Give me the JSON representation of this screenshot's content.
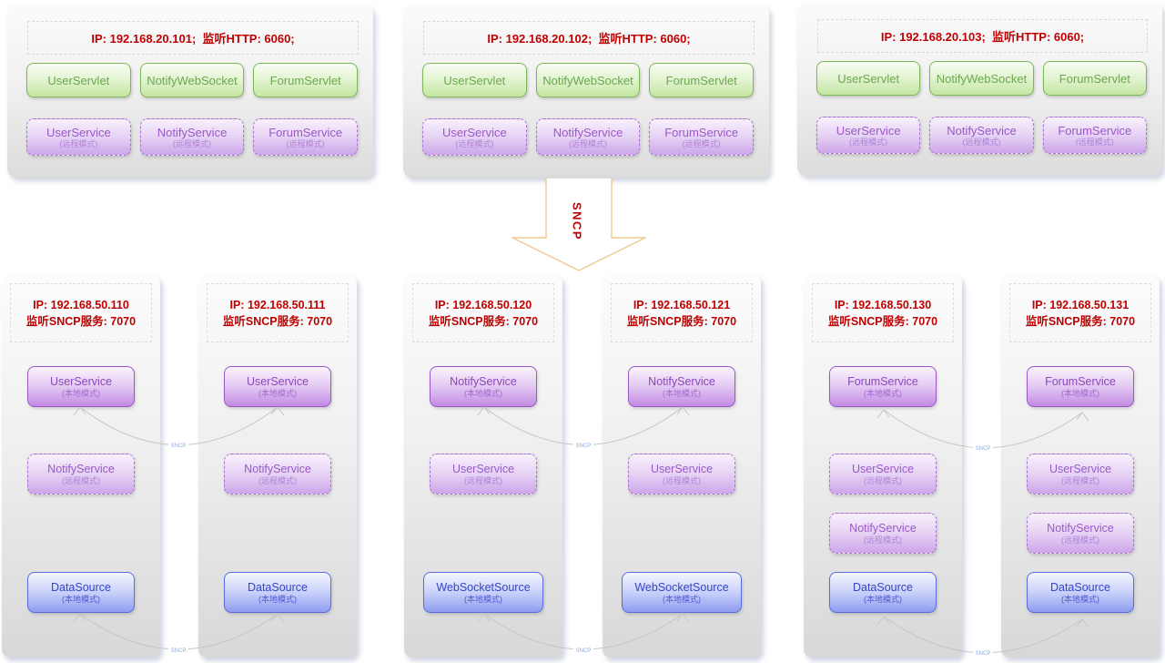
{
  "colors": {
    "red_text": "#c00000",
    "green_border": "#7cb857",
    "green_text": "#6aa84e",
    "purple_border": "#9c57c6",
    "purple_text": "#8b46ba",
    "blue_border": "#5a6ce0",
    "blue_text": "#3545c4",
    "arrow_outline": "#f0cb8e",
    "connector_line": "#c5c5c5",
    "connector_label": "#8ea9dc"
  },
  "top_servers": [
    {
      "header": "IP: 192.168.20.101;  监听HTTP: 6060;",
      "servlets": [
        {
          "label": "UserServlet"
        },
        {
          "label": "NotifyWebSocket"
        },
        {
          "label": "ForumServlet"
        }
      ],
      "services": [
        {
          "name": "UserService",
          "mode": "(远程模式)"
        },
        {
          "name": "NotifyService",
          "mode": "(远程模式)"
        },
        {
          "name": "ForumService",
          "mode": "(远程模式)"
        }
      ]
    },
    {
      "header": "IP: 192.168.20.102;  监听HTTP: 6060;",
      "servlets": [
        {
          "label": "UserServlet"
        },
        {
          "label": "NotifyWebSocket"
        },
        {
          "label": "ForumServlet"
        }
      ],
      "services": [
        {
          "name": "UserService",
          "mode": "(远程模式)"
        },
        {
          "name": "NotifyService",
          "mode": "(远程模式)"
        },
        {
          "name": "ForumService",
          "mode": "(远程模式)"
        }
      ]
    },
    {
      "header": "IP: 192.168.20.103;  监听HTTP: 6060;",
      "servlets": [
        {
          "label": "UserServlet"
        },
        {
          "label": "NotifyWebSocket"
        },
        {
          "label": "ForumServlet"
        }
      ],
      "services": [
        {
          "name": "UserService",
          "mode": "(远程模式)"
        },
        {
          "name": "NotifyService",
          "mode": "(远程模式)"
        },
        {
          "name": "ForumService",
          "mode": "(远程模式)"
        }
      ]
    }
  ],
  "sncp_arrow": {
    "label": "SNCP"
  },
  "connector_label": "SNCP",
  "bottom_servers": [
    {
      "header_line1": "IP: 192.168.50.110",
      "header_line2": "监听SNCP服务: 7070",
      "services": [
        {
          "name": "UserService",
          "mode": "(本地模式)",
          "kind": "purple-solid"
        },
        {
          "name": "NotifyService",
          "mode": "(远程模式)",
          "kind": "purple-dashed"
        },
        {
          "name": "DataSource",
          "mode": "(本地模式)",
          "kind": "blue-solid"
        }
      ]
    },
    {
      "header_line1": "IP: 192.168.50.111",
      "header_line2": "监听SNCP服务: 7070",
      "services": [
        {
          "name": "UserService",
          "mode": "(本地模式)",
          "kind": "purple-solid"
        },
        {
          "name": "NotifyService",
          "mode": "(远程模式)",
          "kind": "purple-dashed"
        },
        {
          "name": "DataSource",
          "mode": "(本地模式)",
          "kind": "blue-solid"
        }
      ]
    },
    {
      "header_line1": "IP: 192.168.50.120",
      "header_line2": "监听SNCP服务: 7070",
      "services": [
        {
          "name": "NotifyService",
          "mode": "(本地模式)",
          "kind": "purple-solid"
        },
        {
          "name": "UserService",
          "mode": "(远程模式)",
          "kind": "purple-dashed"
        },
        {
          "name": "WebSocketSource",
          "mode": "(本地模式)",
          "kind": "blue-solid"
        }
      ]
    },
    {
      "header_line1": "IP: 192.168.50.121",
      "header_line2": "监听SNCP服务: 7070",
      "services": [
        {
          "name": "NotifyService",
          "mode": "(本地模式)",
          "kind": "purple-solid"
        },
        {
          "name": "UserService",
          "mode": "(远程模式)",
          "kind": "purple-dashed"
        },
        {
          "name": "WebSocketSource",
          "mode": "(本地模式)",
          "kind": "blue-solid"
        }
      ]
    },
    {
      "header_line1": "IP: 192.168.50.130",
      "header_line2": "监听SNCP服务: 7070",
      "services": [
        {
          "name": "ForumService",
          "mode": "(本地模式)",
          "kind": "purple-solid"
        },
        {
          "name": "UserService",
          "mode": "(远程模式)",
          "kind": "purple-dashed"
        },
        {
          "name": "NotifyService",
          "mode": "(远程模式)",
          "kind": "purple-dashed"
        },
        {
          "name": "DataSource",
          "mode": "(本地模式)",
          "kind": "blue-solid"
        }
      ]
    },
    {
      "header_line1": "IP: 192.168.50.131",
      "header_line2": "监听SNCP服务: 7070",
      "services": [
        {
          "name": "ForumService",
          "mode": "(本地模式)",
          "kind": "purple-solid"
        },
        {
          "name": "UserService",
          "mode": "(远程模式)",
          "kind": "purple-dashed"
        },
        {
          "name": "NotifyService",
          "mode": "(远程模式)",
          "kind": "purple-dashed"
        },
        {
          "name": "DataSource",
          "mode": "(本地模式)",
          "kind": "blue-solid"
        }
      ]
    }
  ]
}
